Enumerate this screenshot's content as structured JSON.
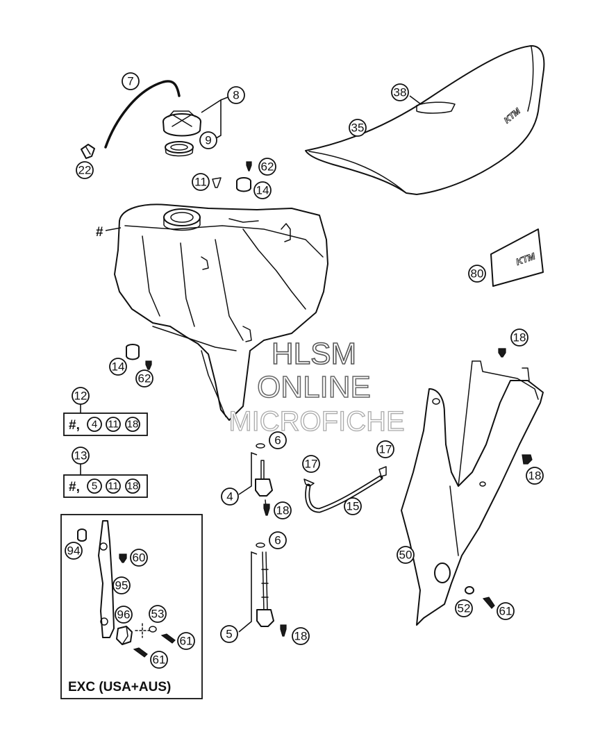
{
  "callouts": {
    "c7": "7",
    "c8": "8",
    "c9": "9",
    "c22": "22",
    "c38": "38",
    "c35": "35",
    "c62a": "62",
    "c11a": "11",
    "c14a": "14",
    "c80": "80",
    "c18a": "18",
    "c14b": "14",
    "c62b": "62",
    "c12": "12",
    "c13": "13",
    "c6a": "6",
    "c17a": "17",
    "c17b": "17",
    "c4": "4",
    "c18b": "18",
    "c18c": "18",
    "c15": "15",
    "c6b": "6",
    "c94": "94",
    "c60": "60",
    "c95": "95",
    "c50": "50",
    "c96": "96",
    "c53": "53",
    "c52": "52",
    "c61a": "61",
    "c61b": "61",
    "c61c": "61",
    "c5": "5",
    "c18d": "18"
  },
  "tank_marker": "#",
  "kit12": {
    "prefix": "#,",
    "items": [
      "4",
      "11",
      "18"
    ]
  },
  "kit13": {
    "prefix": "#,",
    "items": [
      "5",
      "11",
      "18"
    ]
  },
  "inset_label": "EXC (USA+AUS)",
  "seat_logo": "KTM",
  "decal_logo": "KTM",
  "watermark": {
    "line1": "HLSM",
    "line2": "ONLINE",
    "line3": "MICROFICHE"
  }
}
